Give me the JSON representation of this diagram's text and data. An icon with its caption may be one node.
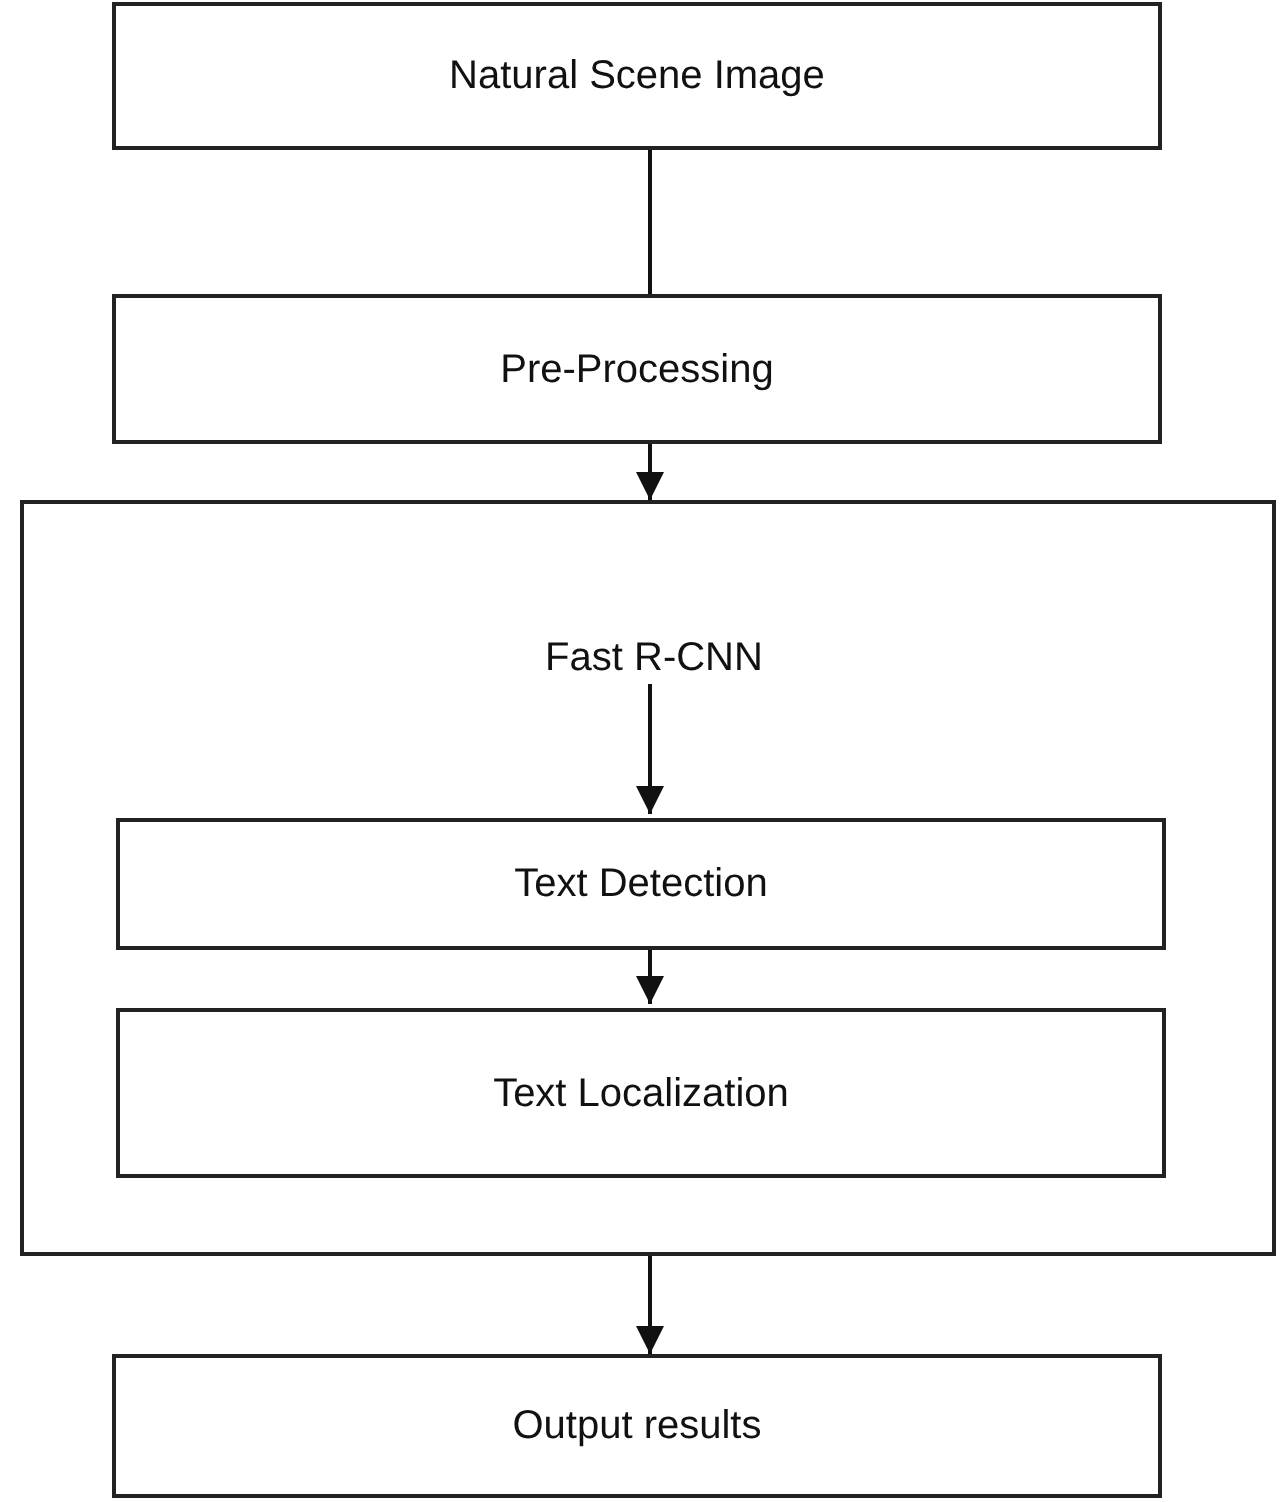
{
  "diagram": {
    "nodes": [
      {
        "text": [
          "Natural Scene Image"
        ]
      },
      {
        "text": [
          "Pre-Processing"
        ]
      },
      {
        "text": [],
        "shape": "box"
      },
      {
        "text": [
          "Fast R-CNN"
        ],
        "in": 2
      },
      {
        "text": [
          "Text Detection"
        ],
        "in": 2
      },
      {
        "text": [
          "Text Localization"
        ],
        "in": 2
      },
      {
        "text": [
          "Output results"
        ]
      }
    ],
    "edges": [
      {
        "from": 0,
        "to": 1,
        "arrow": "none"
      },
      {
        "from": 1,
        "to": 2,
        "arrow": "to"
      },
      {
        "from": 3,
        "to": 4,
        "arrow": "to"
      },
      {
        "from": 4,
        "to": 5,
        "arrow": "to"
      },
      {
        "from": 2,
        "to": 6,
        "arrow": "to"
      }
    ]
  }
}
